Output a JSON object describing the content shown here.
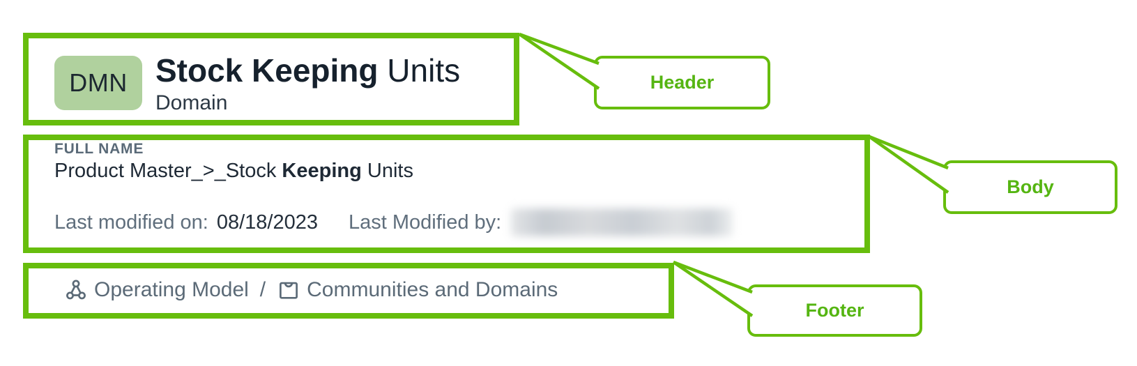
{
  "annotations": {
    "accent_color": "#67bd0d",
    "header_label": "Header",
    "body_label": "Body",
    "footer_label": "Footer"
  },
  "card": {
    "header": {
      "badge_text": "DMN",
      "badge_bg": "#b0d19e",
      "title_highlight": "Stock Keeping",
      "title_rest": " Units",
      "subtitle": "Domain"
    },
    "body": {
      "full_name_label": "FULL NAME",
      "full_name_pre": "Product Master_>_Stock ",
      "full_name_highlight": "Keeping",
      "full_name_post": " Units",
      "modified_on_label": "Last modified on:",
      "modified_on_value": "08/18/2023",
      "modified_by_label": "Last Modified by:"
    },
    "footer": {
      "item1_icon": "operating-model-icon",
      "item1_label": "Operating Model",
      "separator": "/",
      "item2_icon": "domain-icon",
      "item2_label": "Communities and Domains"
    }
  }
}
